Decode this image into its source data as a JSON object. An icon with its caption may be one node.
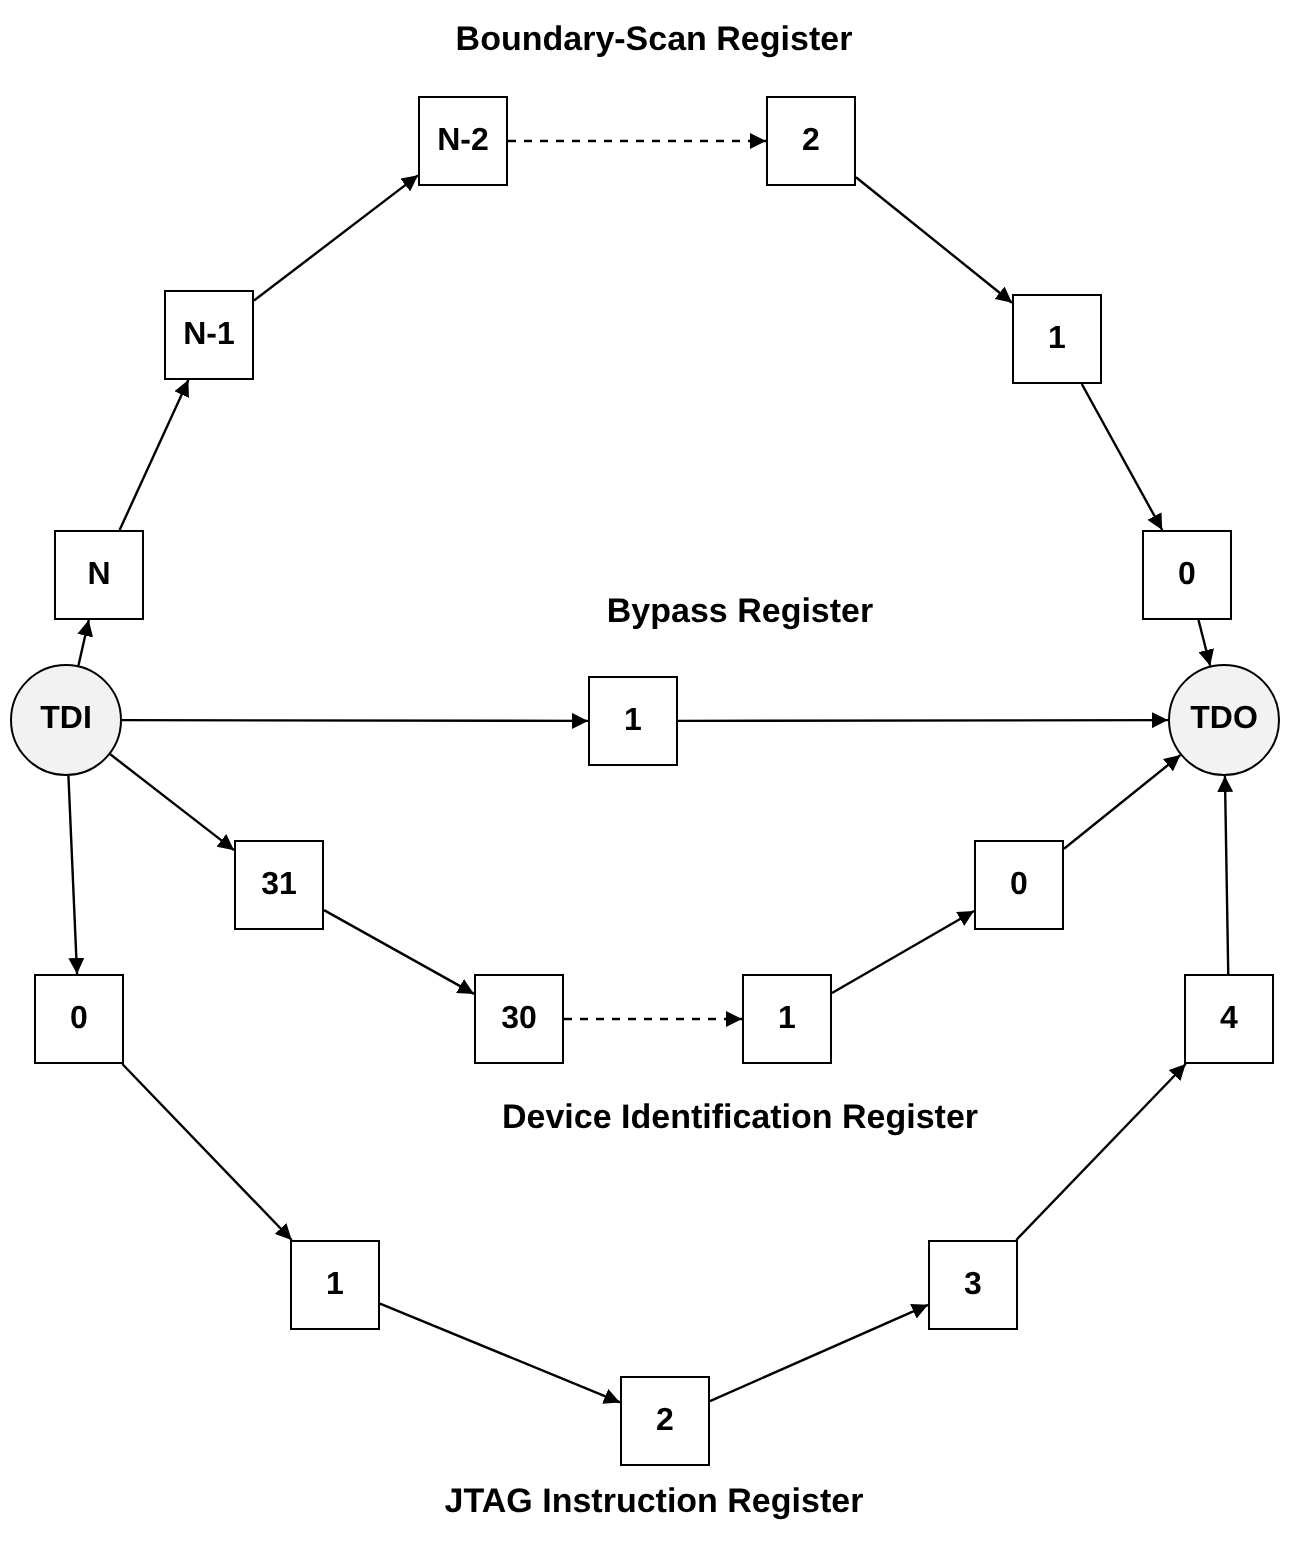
{
  "diagram": {
    "nodes": [
      {
        "text": [
          "TDI"
        ]
      },
      {
        "text": [
          "TDO"
        ]
      },
      {
        "text": [
          "N"
        ]
      },
      {
        "text": [
          "N-1"
        ]
      },
      {
        "text": [
          "N-2"
        ]
      },
      {
        "text": [
          "2"
        ]
      },
      {
        "text": [
          "1"
        ]
      },
      {
        "text": [
          "0"
        ]
      },
      {
        "text": [
          "1"
        ]
      },
      {
        "text": [
          "31"
        ]
      },
      {
        "text": [
          "30"
        ]
      },
      {
        "text": [
          "1"
        ]
      },
      {
        "text": [
          "0"
        ]
      },
      {
        "text": [
          "0"
        ]
      },
      {
        "text": [
          "1"
        ]
      },
      {
        "text": [
          "2"
        ]
      },
      {
        "text": [
          "3"
        ]
      },
      {
        "text": [
          "4"
        ]
      }
    ],
    "edges": [
      {
        "from": 0,
        "to": 2,
        "arrow": "to"
      },
      {
        "from": 2,
        "to": 3,
        "arrow": "to"
      },
      {
        "from": 3,
        "to": 4,
        "arrow": "to"
      },
      {
        "from": 4,
        "to": 5,
        "arrow": "to",
        "style": "dashed"
      },
      {
        "from": 5,
        "to": 6,
        "arrow": "to"
      },
      {
        "from": 6,
        "to": 7,
        "arrow": "to"
      },
      {
        "from": 7,
        "to": 1,
        "arrow": "to"
      },
      {
        "from": 0,
        "to": 8,
        "arrow": "to"
      },
      {
        "from": 8,
        "to": 1,
        "arrow": "to"
      },
      {
        "from": 0,
        "to": 9,
        "arrow": "to"
      },
      {
        "from": 9,
        "to": 10,
        "arrow": "to"
      },
      {
        "from": 10,
        "to": 11,
        "arrow": "to",
        "style": "dashed"
      },
      {
        "from": 11,
        "to": 12,
        "arrow": "to"
      },
      {
        "from": 12,
        "to": 1,
        "arrow": "to"
      },
      {
        "from": 0,
        "to": 13,
        "arrow": "to"
      },
      {
        "from": 13,
        "to": 14,
        "arrow": "to"
      },
      {
        "from": 14,
        "to": 15,
        "arrow": "to"
      },
      {
        "from": 15,
        "to": 16,
        "arrow": "to"
      },
      {
        "from": 16,
        "to": 17,
        "arrow": "to"
      },
      {
        "from": 17,
        "to": 1,
        "arrow": "to"
      }
    ],
    "labels": [
      "Boundary-Scan Register",
      "Bypass Register",
      "Device Identification Register",
      "JTAG Instruction Register"
    ]
  }
}
